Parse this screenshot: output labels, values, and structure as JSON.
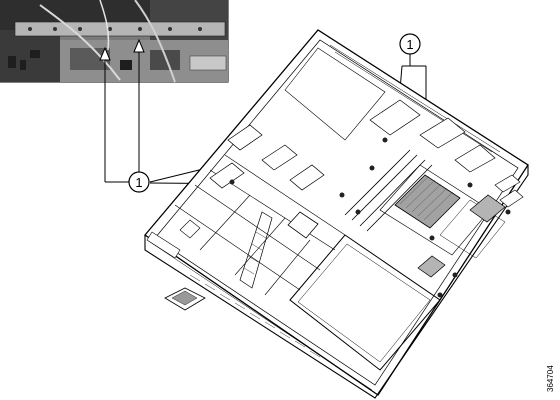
{
  "callouts": {
    "top_right_label": "1",
    "left_label": "1"
  },
  "figure_id": "364704",
  "colors": {
    "line": "#000000",
    "inset_dark": "#2b2b2b",
    "inset_mid": "#6e6e6e",
    "board_gray": "#8c8c8c",
    "heatsink_gray": "#9a9a9a"
  }
}
